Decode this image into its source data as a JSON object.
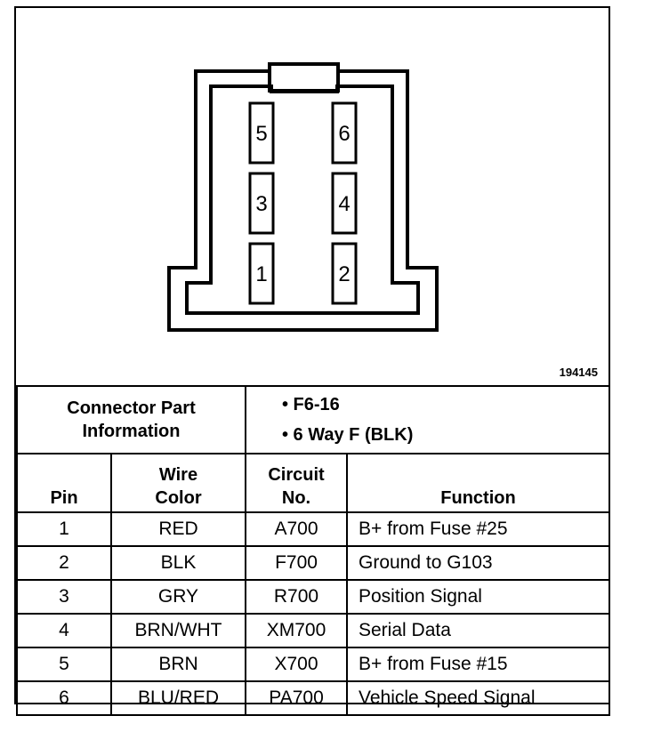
{
  "connector": {
    "figure_id": "194145",
    "pin_labels": [
      "1",
      "2",
      "3",
      "4",
      "5",
      "6"
    ]
  },
  "part_info": {
    "label_line1": "Connector Part",
    "label_line2": "Information",
    "values": [
      "• F6-16",
      "• 6 Way F (BLK)"
    ]
  },
  "table": {
    "headers": {
      "pin": "Pin",
      "wire_line1": "Wire",
      "wire_line2": "Color",
      "circuit_line1": "Circuit",
      "circuit_line2": "No.",
      "function": "Function"
    },
    "rows": [
      {
        "pin": "1",
        "color": "RED",
        "circuit": "A700",
        "function": "B+ from Fuse #25"
      },
      {
        "pin": "2",
        "color": "BLK",
        "circuit": "F700",
        "function": "Ground to G103"
      },
      {
        "pin": "3",
        "color": "GRY",
        "circuit": "R700",
        "function": "Position Signal"
      },
      {
        "pin": "4",
        "color": "BRN/WHT",
        "circuit": "XM700",
        "function": "Serial Data"
      },
      {
        "pin": "5",
        "color": "BRN",
        "circuit": "X700",
        "function": "B+ from Fuse #15"
      },
      {
        "pin": "6",
        "color": "BLU/RED",
        "circuit": "PA700",
        "function": "Vehicle Speed Signal"
      }
    ]
  }
}
